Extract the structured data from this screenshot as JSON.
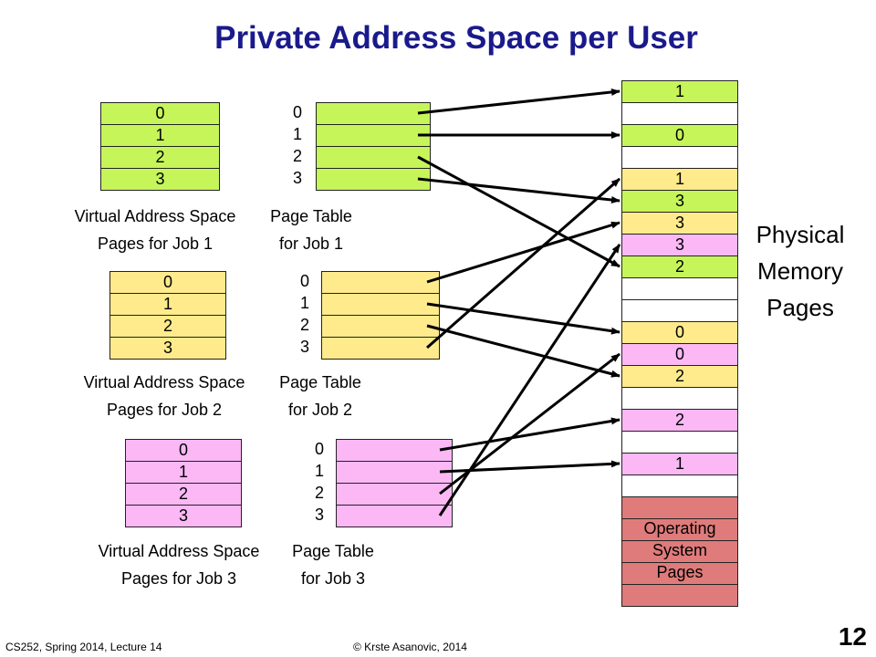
{
  "title": "Private Address Space per User",
  "colors": {
    "job1": "#c6f55a",
    "job2": "#ffeb8c",
    "job3": "#fbb8f5",
    "os": "#e07b7b",
    "empty": "#ffffff",
    "title": "#1a1a8c"
  },
  "jobs": [
    {
      "virtual_pages": [
        "0",
        "1",
        "2",
        "3"
      ],
      "pt_indices": [
        "0",
        "1",
        "2",
        "3"
      ],
      "vas_caption": [
        "Virtual Address Space",
        "Pages for Job 1"
      ],
      "pt_caption": [
        "Page Table",
        "for Job 1"
      ]
    },
    {
      "virtual_pages": [
        "0",
        "1",
        "2",
        "3"
      ],
      "pt_indices": [
        "0",
        "1",
        "2",
        "3"
      ],
      "vas_caption": [
        "Virtual Address Space",
        "Pages for Job 2"
      ],
      "pt_caption": [
        "Page Table",
        "for Job 2"
      ]
    },
    {
      "virtual_pages": [
        "0",
        "1",
        "2",
        "3"
      ],
      "pt_indices": [
        "0",
        "1",
        "2",
        "3"
      ],
      "vas_caption": [
        "Virtual Address Space",
        "Pages for Job 3"
      ],
      "pt_caption": [
        "Page Table",
        "for Job 3"
      ]
    }
  ],
  "physical_pages": [
    {
      "label": "1",
      "job": "job1"
    },
    {
      "label": "",
      "job": "empty"
    },
    {
      "label": "0",
      "job": "job1"
    },
    {
      "label": "",
      "job": "empty"
    },
    {
      "label": "1",
      "job": "job2"
    },
    {
      "label": "3",
      "job": "job1"
    },
    {
      "label": "3",
      "job": "job2"
    },
    {
      "label": "3",
      "job": "job3"
    },
    {
      "label": "2",
      "job": "job1"
    },
    {
      "label": "",
      "job": "empty"
    },
    {
      "label": "",
      "job": "empty"
    },
    {
      "label": "0",
      "job": "job2"
    },
    {
      "label": "0",
      "job": "job3"
    },
    {
      "label": "2",
      "job": "job2"
    },
    {
      "label": "",
      "job": "empty"
    },
    {
      "label": "2",
      "job": "job3"
    },
    {
      "label": "",
      "job": "empty"
    },
    {
      "label": "1",
      "job": "job3"
    },
    {
      "label": "",
      "job": "empty"
    }
  ],
  "os_pages_count": 5,
  "os_label": [
    "Operating",
    "System",
    "Pages"
  ],
  "physical_label": [
    "Physical",
    "Memory",
    "Pages"
  ],
  "mappings": [
    [
      0,
      2,
      8,
      5
    ],
    [
      6,
      11,
      13,
      4
    ],
    [
      15,
      17,
      12,
      7
    ]
  ],
  "footer": {
    "course": "CS252, Spring 2014, Lecture 14",
    "copyright": "© Krste Asanovic, 2014",
    "page_number": "12"
  }
}
